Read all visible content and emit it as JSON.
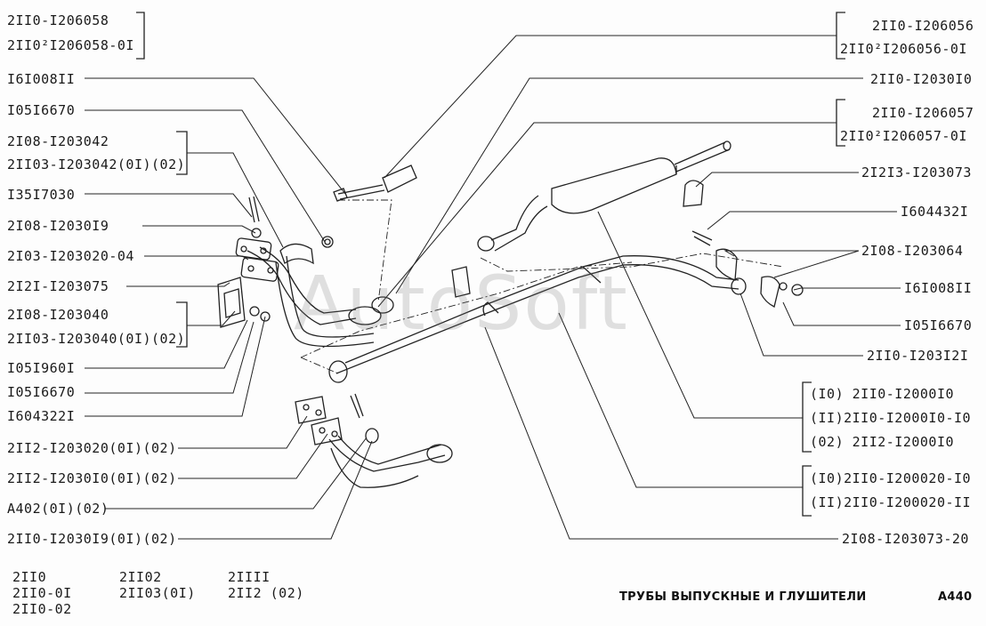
{
  "left_labels": [
    "2II0-I206058",
    "2II0²I206058-0I",
    "I6I008II",
    "I05I6670",
    "2I08-I203042",
    "2II03-I203042(0I)(02)",
    "I35I7030",
    "2I08-I2030I9",
    "2I03-I203020-04",
    "2I2I-I203075",
    "2I08-I203040",
    "2II03-I203040(0I)(02)",
    "I05I960I",
    "I05I6670",
    "I604322I",
    "2II2-I203020(0I)(02)",
    "2II2-I2030I0(0I)(02)",
    "A402(0I)(02)",
    "2II0-I2030I9(0I)(02)"
  ],
  "right_labels": [
    "2II0-I206056",
    "2II0²I206056-0I",
    "2II0-I2030I0",
    "2II0-I206057",
    "2II0²I206057-0I",
    "2I2I3-I203073",
    "I604432I",
    "2I08-I203064",
    "I6I008II",
    "I05I6670",
    "2II0-I203I2I",
    "(I0)   2II0-I2000I0",
    "(II)2II0-I2000I0-I0",
    "(02)   2II2-I2000I0",
    "(I0)2II0-I200020-I0",
    "(II)2II0-I200020-II",
    "2I08-I203073-20"
  ],
  "models": [
    "2II0",
    "2II0-0I",
    "2II0-02",
    "2II02",
    "2II03(0I)",
    "2IIII",
    "2II2 (02)"
  ],
  "title": "ТРУБЫ ВЫПУСКНЫЕ И ГЛУШИТЕЛИ",
  "code": "A440",
  "watermark": "AutoSoft"
}
